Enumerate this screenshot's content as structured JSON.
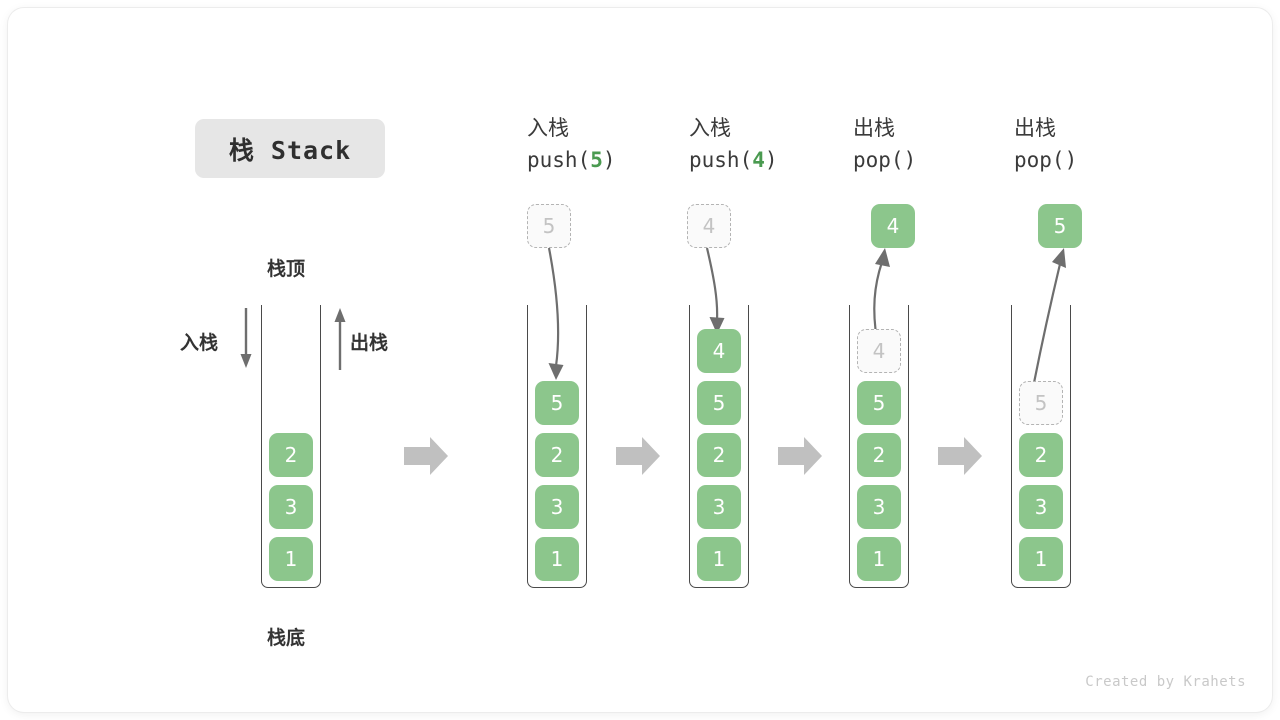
{
  "title": {
    "text": "栈 Stack"
  },
  "legend": {
    "top_label": "栈顶",
    "bottom_label": "栈底",
    "push_label": "入栈",
    "pop_label": "出栈"
  },
  "colors": {
    "element_fill": "#8cc68c",
    "element_text": "#ffffff",
    "ghost_fill": "#fafafa",
    "ghost_border": "#b4b4b4",
    "ghost_text": "#c3c3c3",
    "accent_green": "#4a9a50",
    "arrow_gray": "#6e6e6e",
    "flow_arrow_gray": "#c0c0c0",
    "badge_bg": "#e6e6e6"
  },
  "steps": [
    {
      "id": "initial",
      "op_cn": "",
      "op_code": "",
      "op_arg": "",
      "floating": null,
      "cells": [
        {
          "value": "2",
          "state": "filled"
        },
        {
          "value": "3",
          "state": "filled"
        },
        {
          "value": "1",
          "state": "filled"
        }
      ]
    },
    {
      "id": "push-5",
      "op_cn": "入栈",
      "op_code_prefix": "push(",
      "op_arg": "5",
      "op_code_suffix": ")",
      "floating": {
        "value": "5",
        "state": "ghost",
        "direction": "in"
      },
      "cells": [
        {
          "value": "5",
          "state": "filled"
        },
        {
          "value": "2",
          "state": "filled"
        },
        {
          "value": "3",
          "state": "filled"
        },
        {
          "value": "1",
          "state": "filled"
        }
      ]
    },
    {
      "id": "push-4",
      "op_cn": "入栈",
      "op_code_prefix": "push(",
      "op_arg": "4",
      "op_code_suffix": ")",
      "floating": {
        "value": "4",
        "state": "ghost",
        "direction": "in"
      },
      "cells": [
        {
          "value": "4",
          "state": "filled"
        },
        {
          "value": "5",
          "state": "filled"
        },
        {
          "value": "2",
          "state": "filled"
        },
        {
          "value": "3",
          "state": "filled"
        },
        {
          "value": "1",
          "state": "filled"
        }
      ]
    },
    {
      "id": "pop-1",
      "op_cn": "出栈",
      "op_code_prefix": "pop(",
      "op_arg": "",
      "op_code_suffix": ")",
      "floating": {
        "value": "4",
        "state": "filled",
        "direction": "out"
      },
      "cells": [
        {
          "value": "4",
          "state": "ghost"
        },
        {
          "value": "5",
          "state": "filled"
        },
        {
          "value": "2",
          "state": "filled"
        },
        {
          "value": "3",
          "state": "filled"
        },
        {
          "value": "1",
          "state": "filled"
        }
      ]
    },
    {
      "id": "pop-2",
      "op_cn": "出栈",
      "op_code_prefix": "pop(",
      "op_arg": "",
      "op_code_suffix": ")",
      "floating": {
        "value": "5",
        "state": "filled",
        "direction": "out"
      },
      "cells": [
        {
          "value": "5",
          "state": "ghost"
        },
        {
          "value": "2",
          "state": "filled"
        },
        {
          "value": "3",
          "state": "filled"
        },
        {
          "value": "1",
          "state": "filled"
        }
      ]
    }
  ],
  "footer": {
    "credit": "Created by Krahets"
  }
}
